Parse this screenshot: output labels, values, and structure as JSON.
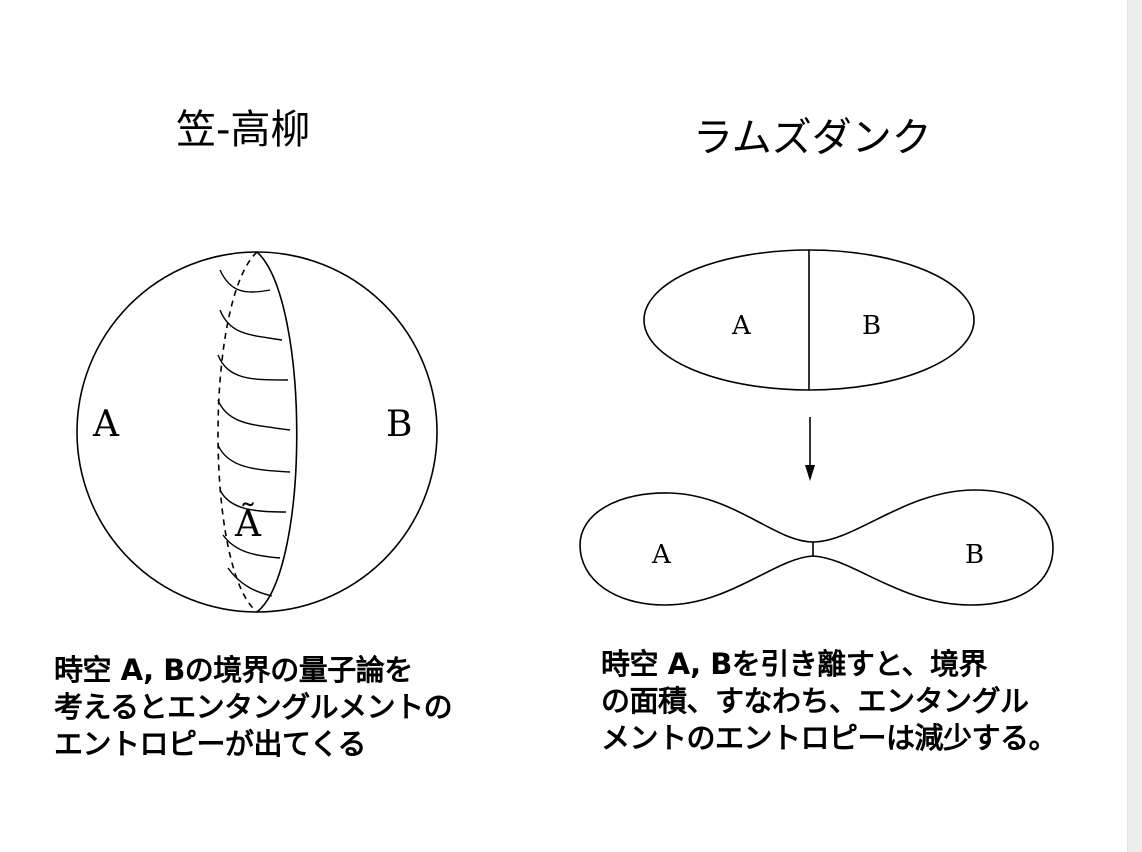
{
  "left_panel": {
    "title": "笠-高柳",
    "caption": "時空 A, Bの境界の量子論を\n考えるとエンタングルメントの\nエントロピーが出てくる",
    "labels": {
      "a": "A",
      "b": "B",
      "a_tilde": "Ã"
    }
  },
  "right_panel": {
    "title": "ラムズダンク",
    "caption": "時空 A, Bを引き離すと、境界\nの面積、すなわち、エンタングル\nメントのエントロピーは減少する。",
    "top_labels": {
      "a": "A",
      "b": "B"
    },
    "bottom_labels": {
      "a": "A",
      "b": "B"
    }
  },
  "colors": {
    "stroke": "#000000",
    "background": "#ffffff",
    "scroll_rail": "#ededed"
  }
}
